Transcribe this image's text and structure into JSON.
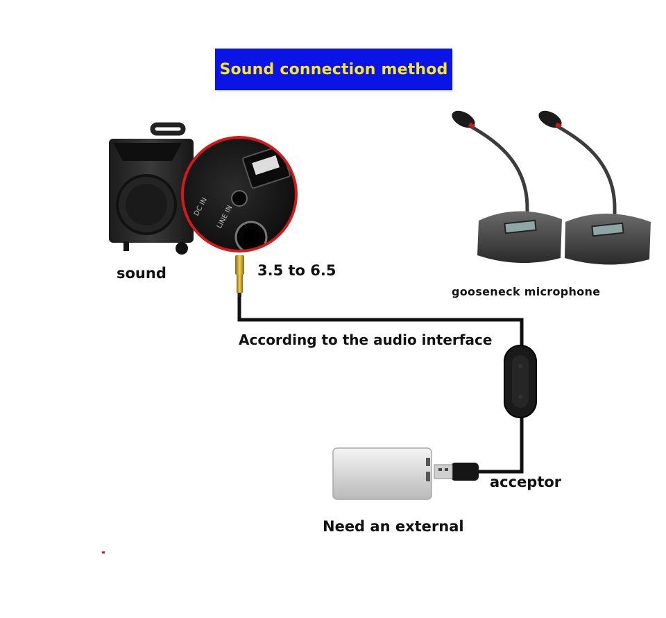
{
  "title": "Sound connection method",
  "labels": {
    "sound": "sound",
    "adapter": "3.5 to 6.5",
    "microphone": "gooseneck microphone",
    "interface": "According to the audio interface",
    "acceptor": "acceptor",
    "external": "Need an external"
  },
  "panel_text": {
    "dc_in": "DC IN",
    "line_in": "LINE IN"
  },
  "colors": {
    "banner": "#0a14e6",
    "title_text": "#f7e62a",
    "zoom_ring": "#d21a1a",
    "cable": "#111111"
  }
}
